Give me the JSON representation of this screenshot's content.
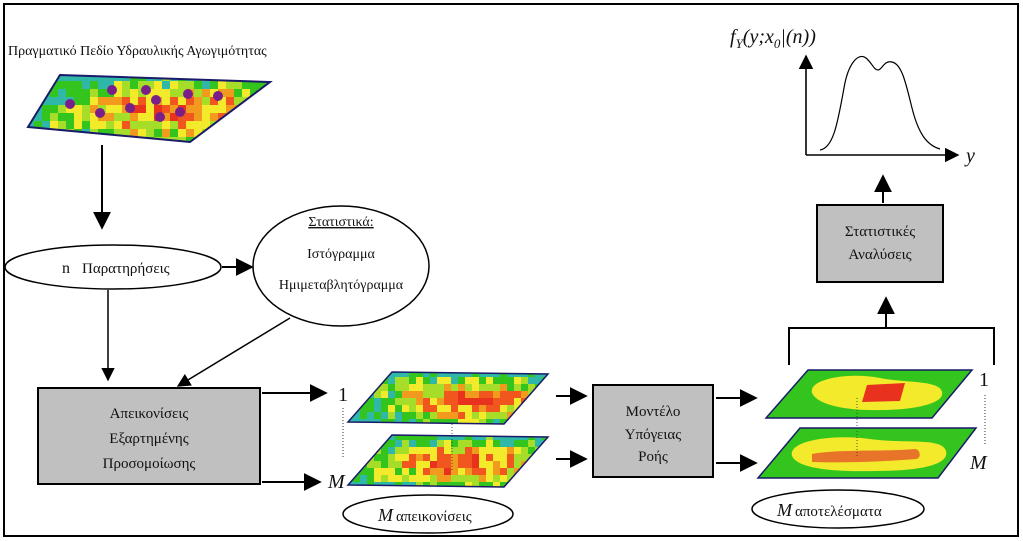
{
  "top_title": "Πραγματικό Πεδίο Υδραυλικής Αγωγιμότητας",
  "observations": {
    "symbol": "n",
    "label": "Παρατηρήσεις"
  },
  "statistics": {
    "heading": "Στατιστικά:",
    "items": [
      "Ιστόγραμμα",
      "Ημιμεταβλητόγραμμα"
    ]
  },
  "simulation_box": [
    "Απεικονίσεις",
    "Εξαρτημένης",
    "Προσομοίωσης"
  ],
  "model_box": [
    "Μοντέλο",
    "Υπόγειας",
    "Ροής"
  ],
  "stats_analysis_box": [
    "Στατιστικές",
    "Αναλύσεις"
  ],
  "index_first": "1",
  "index_last": "M",
  "realizations": {
    "symbol": "M",
    "label": "απεικονίσεις"
  },
  "results": {
    "symbol": "M",
    "label": "αποτελέσματα"
  },
  "pdf_plot": {
    "y_label": "f",
    "y_sub": "Y",
    "y_args": "(y;x",
    "y_args_sub": "0",
    "y_args_tail": "|(n))",
    "x_label": "y"
  },
  "colors": {
    "box_fill": "#c0c0c0",
    "frame": "#000000",
    "field_red": "#e8321e",
    "field_green": "#34c41e",
    "field_yellow": "#f2ea2a",
    "dot": "#7a1f8a"
  }
}
